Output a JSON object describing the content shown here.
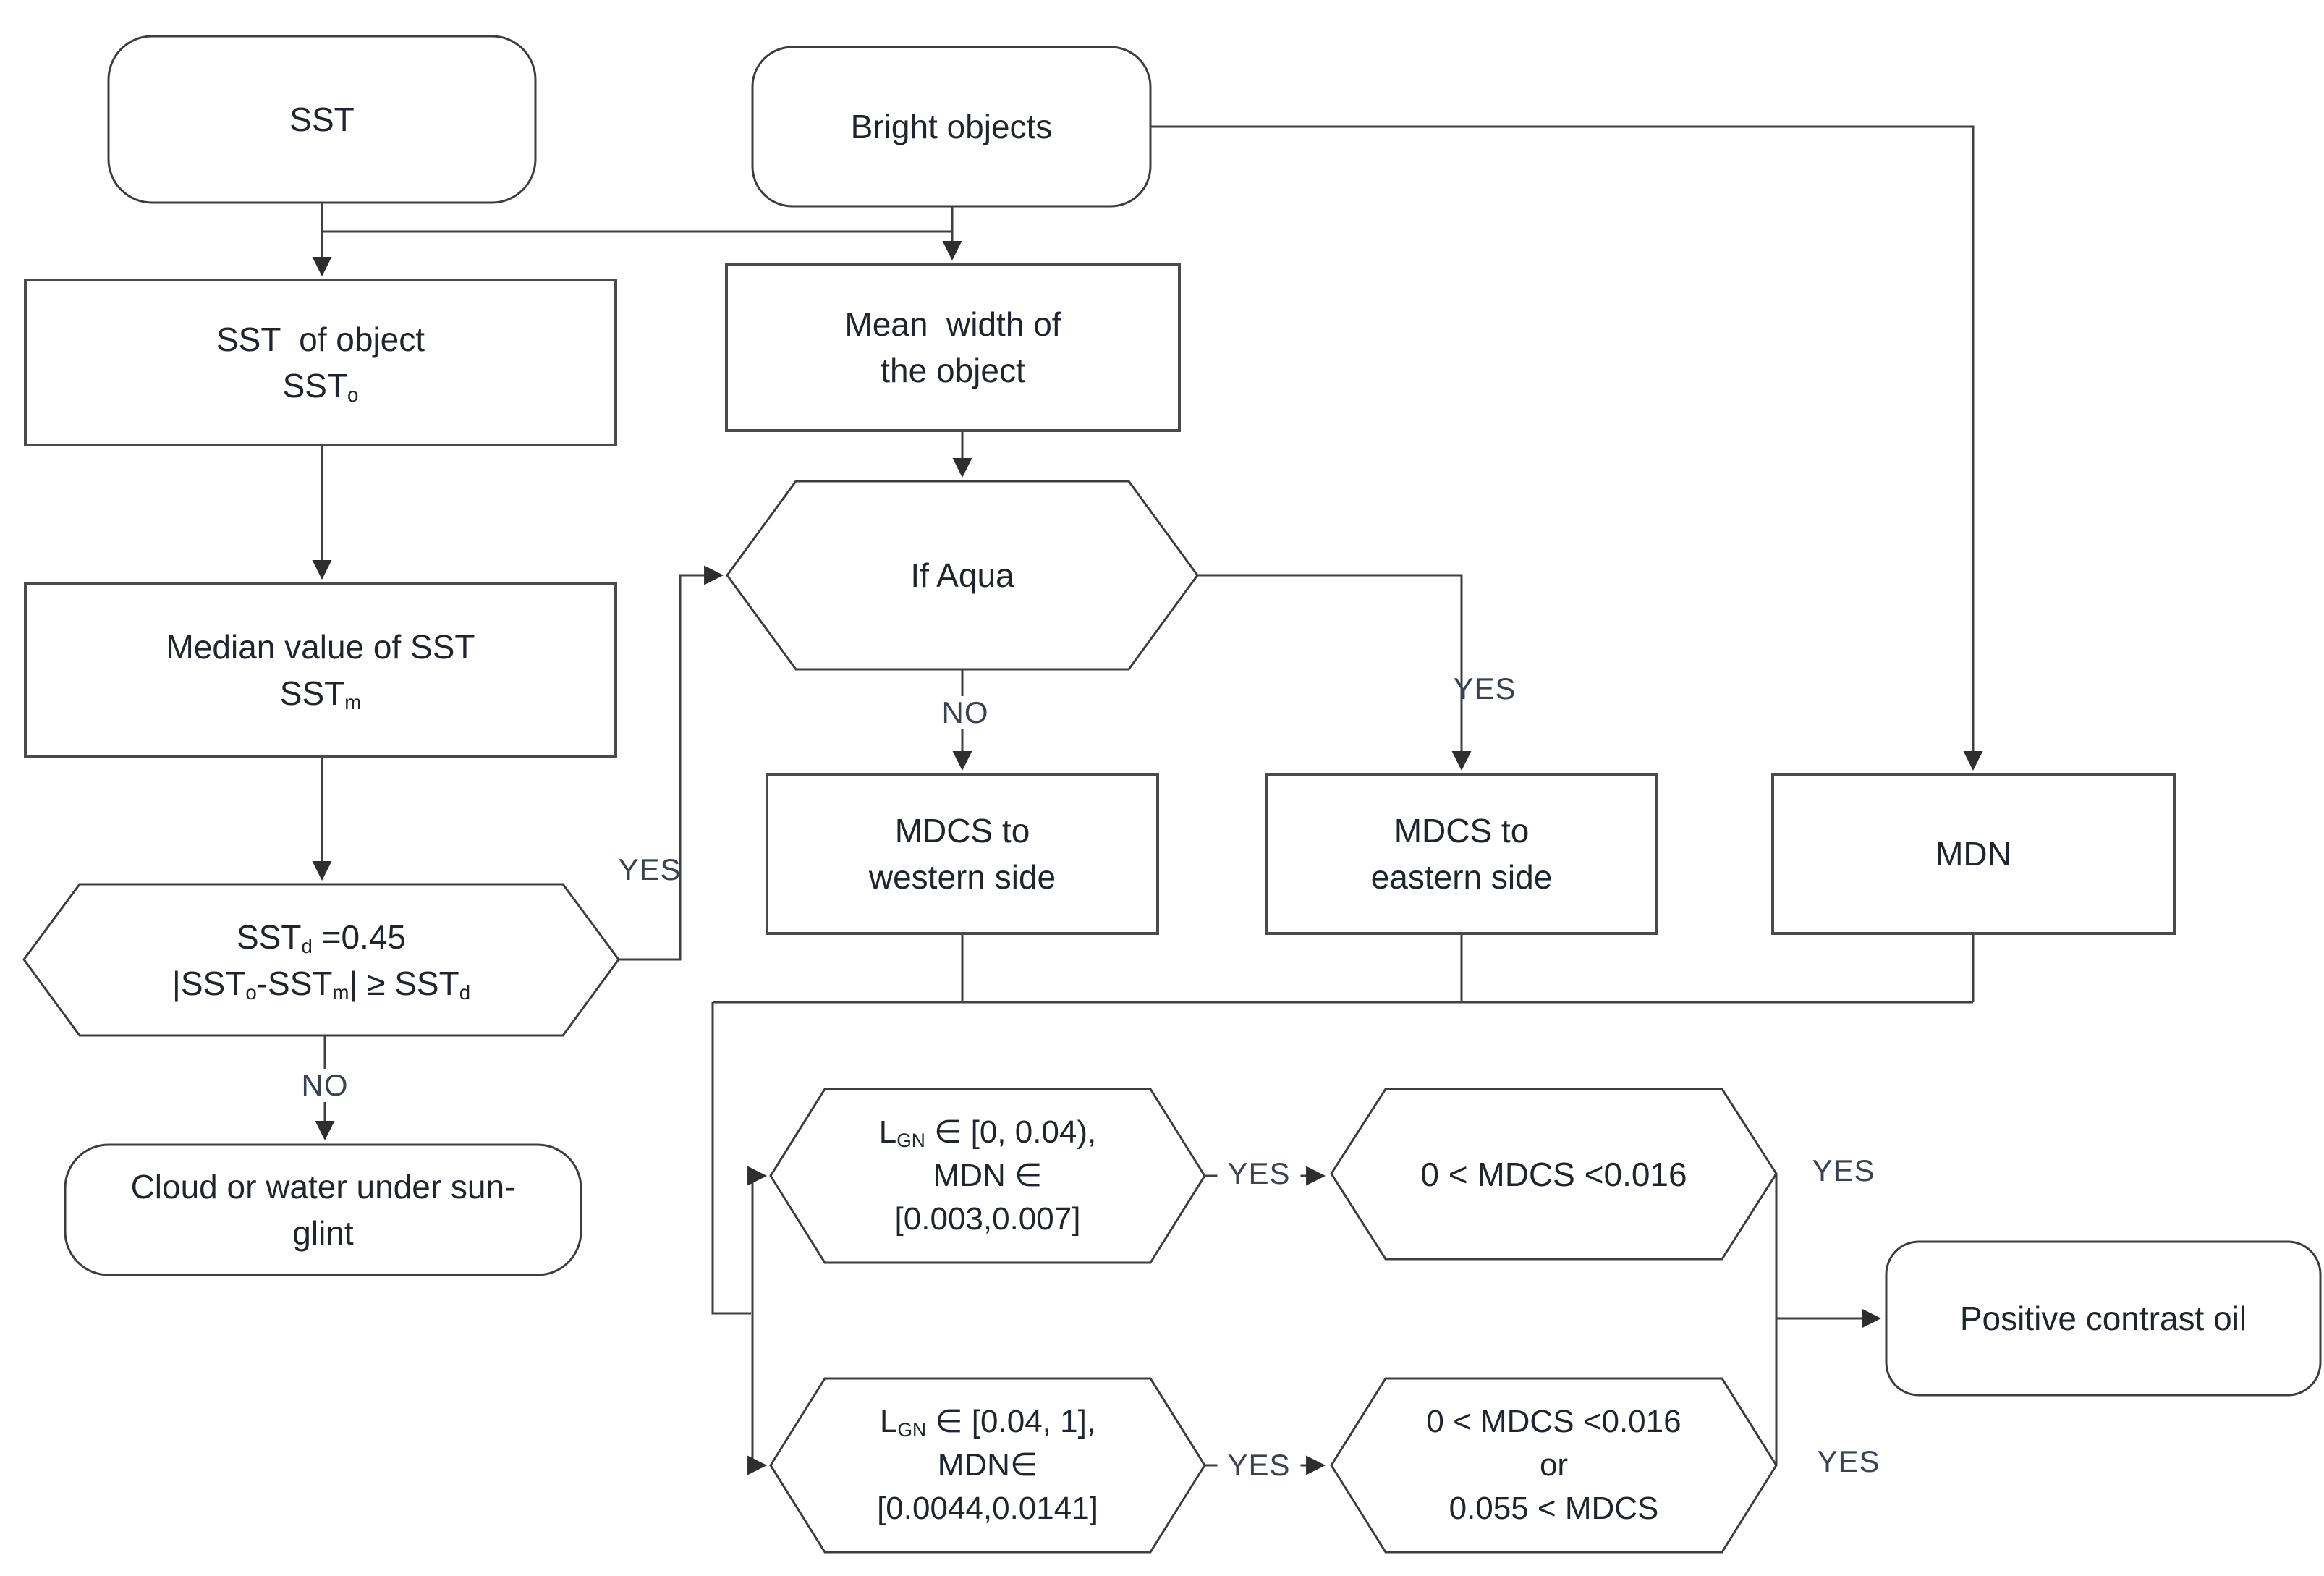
{
  "canvas": {
    "background": "#ffffff",
    "line_color": "#3f3f3f",
    "box_border_color": "#4a4a4a",
    "text_color": "#20242c",
    "label_color": "#3a4251"
  },
  "nodes": {
    "sst": {
      "label": "SST"
    },
    "bright": {
      "label": "Bright objects"
    },
    "sst_object": {
      "l1": "SST  of object",
      "l2b": "SST",
      "l2s": "o"
    },
    "mean_width": {
      "l1": "Mean  width of",
      "l2": "the object"
    },
    "median": {
      "l1": "Median value of SST",
      "l2b": "SST",
      "l2s": "m"
    },
    "if_aqua": {
      "label": "If Aqua"
    },
    "sst_cond": {
      "l1b": "SST",
      "l1s": "d",
      "l1r": " =0.45",
      "l2a": "|SST",
      "l2as": "o",
      "l2b": "-SST",
      "l2bs": "m",
      "l2c": "| ≥ SST",
      "l2cs": "d"
    },
    "cloud": {
      "l1": "Cloud or water under sun-",
      "l2": "glint"
    },
    "mdcs_west": {
      "l1": "MDCS to",
      "l2": "western side"
    },
    "mdcs_east": {
      "l1": "MDCS to",
      "l2": "eastern side"
    },
    "mdn": {
      "label": "MDN"
    },
    "lgn1": {
      "l1a": "L",
      "l1as": "GN",
      "l1b": " ∈ [0, 0.04),",
      "l2": "MDN ∈",
      "l3": "[0.003,0.007]"
    },
    "lgn2": {
      "l1a": "L",
      "l1as": "GN",
      "l1b": " ∈ [0.04, 1],",
      "l2": "MDN∈",
      "l3": "[0.0044,0.0141]"
    },
    "mdcs_cond1": {
      "l1": "0 < MDCS <0.016"
    },
    "mdcs_cond2": {
      "l1": "0 < MDCS <0.016",
      "l2": "or",
      "l3": "0.055 < MDCS"
    },
    "positive": {
      "label": "Positive contrast oil"
    }
  },
  "labels": {
    "yes": "YES",
    "no": "NO"
  }
}
